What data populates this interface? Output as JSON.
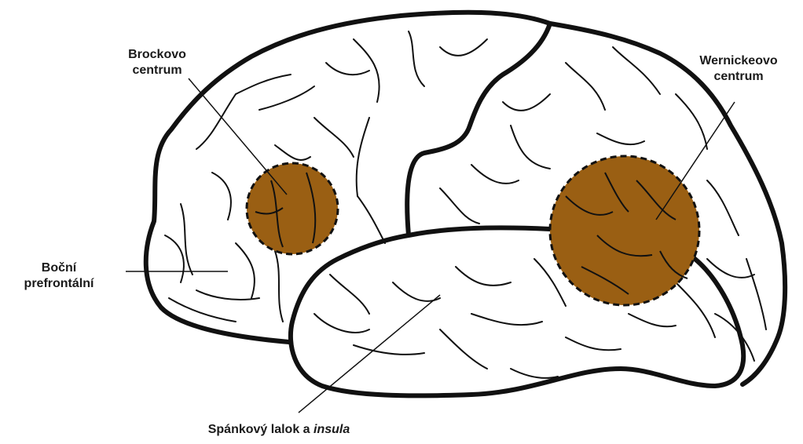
{
  "labels": {
    "broca_line1": "Brockovo",
    "broca_line2": "centrum",
    "wernicke_line1": "Wernickeovo",
    "wernicke_line2": "centrum",
    "prefrontal_line1": "Boční",
    "prefrontal_line2": "prefrontální",
    "temporal_text": "Spánkový lalok a",
    "temporal_italic": "insula"
  },
  "colors": {
    "region_fill": "#9a5f13",
    "outline": "#111111",
    "background": "#ffffff"
  }
}
